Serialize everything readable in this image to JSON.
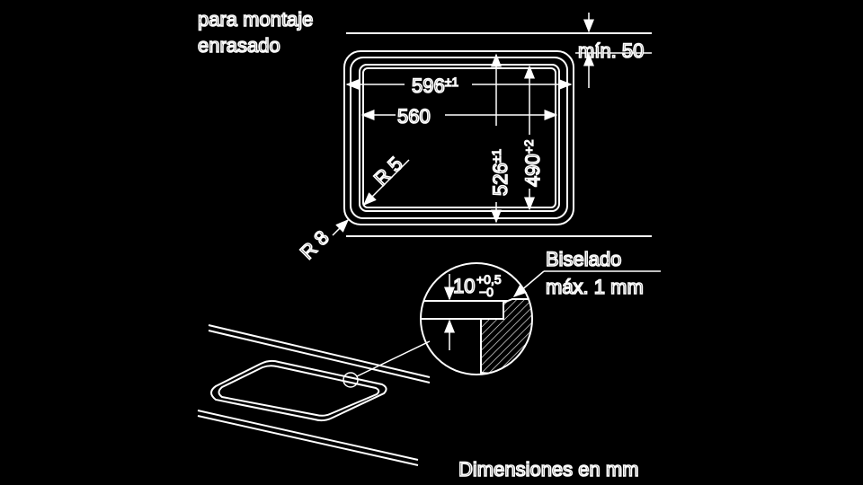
{
  "labels": {
    "mounting_line1": "para montaje",
    "mounting_line2": "enrasado",
    "min_depth": "mín. 50",
    "outer_width": "596",
    "outer_width_tol": "±1",
    "inner_width": "560",
    "radius_inner": "R 5",
    "radius_outer": "R 8",
    "outer_depth": "526",
    "outer_depth_tol": "±1",
    "inner_depth": "490",
    "inner_depth_tol": "+2",
    "detail_depth": "10",
    "detail_tol_plus": "+0,5",
    "detail_tol_minus": "−0",
    "bevel_line1": "Biselado",
    "bevel_line2": "máx. 1 mm",
    "units_note": "Dimensiones en mm"
  },
  "colors": {
    "background": "#000000",
    "line": "#ffffff"
  }
}
